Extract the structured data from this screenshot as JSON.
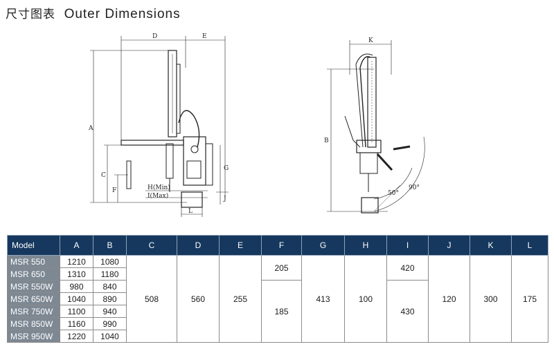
{
  "title": {
    "cn": "尺寸图表",
    "en": "Outer Dimensions"
  },
  "drawing_labels": {
    "front": {
      "D": "D",
      "E": "E",
      "A": "A",
      "C": "C",
      "F": "F",
      "G": "G",
      "H": "H(Min)",
      "I": "I(Max)",
      "J": "J",
      "L": "L"
    },
    "side": {
      "K": "K",
      "B": "B",
      "angle1": "50°",
      "angle2": "90°"
    }
  },
  "table": {
    "headers": [
      "Model",
      "A",
      "B",
      "C",
      "D",
      "E",
      "F",
      "G",
      "H",
      "I",
      "J",
      "K",
      "L"
    ],
    "rows": [
      {
        "model": "MSR 550",
        "A": "1210",
        "B": "1080"
      },
      {
        "model": "MSR 650",
        "A": "1310",
        "B": "1180"
      },
      {
        "model": "MSR 550W",
        "A": "980",
        "B": "840"
      },
      {
        "model": "MSR 650W",
        "A": "1040",
        "B": "890"
      },
      {
        "model": "MSR 750W",
        "A": "1100",
        "B": "940"
      },
      {
        "model": "MSR 850W",
        "A": "1160",
        "B": "990"
      },
      {
        "model": "MSR 950W",
        "A": "1220",
        "B": "1040"
      }
    ],
    "shared": {
      "C": "508",
      "D": "560",
      "E": "255",
      "G": "413",
      "H": "100",
      "J": "120",
      "K": "300",
      "L": "175"
    },
    "F_top": "205",
    "F_bottom": "185",
    "I_top": "420",
    "I_bottom": "430"
  }
}
